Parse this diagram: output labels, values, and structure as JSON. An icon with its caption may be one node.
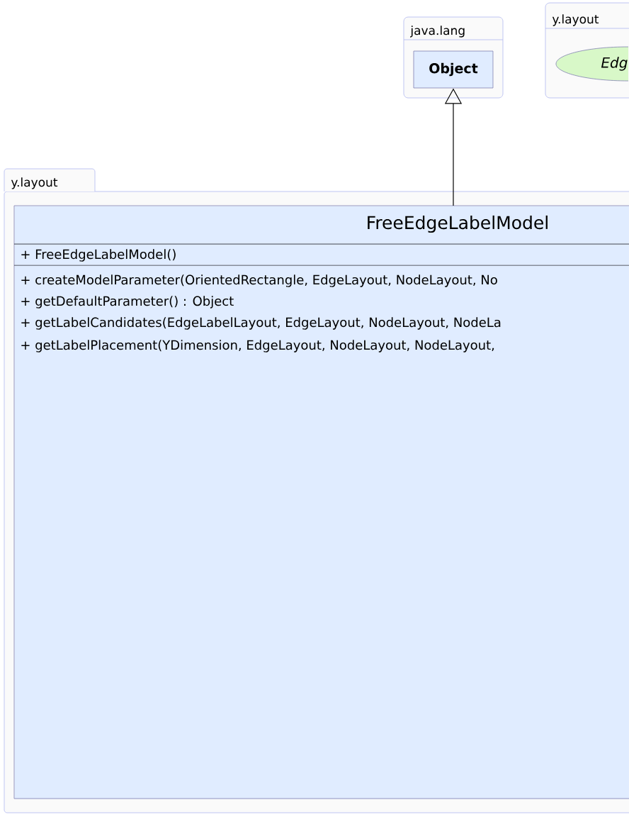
{
  "diagram": {
    "nodes": [
      {
        "text": [
          "java.lang"
        ]
      },
      {
        "text": [
          "Object"
        ],
        "in": 0
      },
      {
        "text": [
          "y.layout"
        ]
      },
      {
        "text": [
          "Edg"
        ],
        "in": 2
      },
      {
        "text": [
          "y.layout"
        ]
      },
      {
        "text": [
          "FreeEdgeLabelModel",
          "+ FreeEdgeLabelModel()",
          "+ createModelParameter(OrientedRectangle, EdgeLayout, NodeLayout, No",
          "+ getDefaultParameter() : Object",
          "+ getLabelCandidates(EdgeLabelLayout, EdgeLayout, NodeLayout, NodeLa",
          "+ getLabelPlacement(YDimension, EdgeLayout, NodeLayout, NodeLayout,"
        ],
        "in": 4
      }
    ],
    "edges": [
      {
        "from": 5,
        "to": 1,
        "arrow": "to"
      }
    ]
  }
}
